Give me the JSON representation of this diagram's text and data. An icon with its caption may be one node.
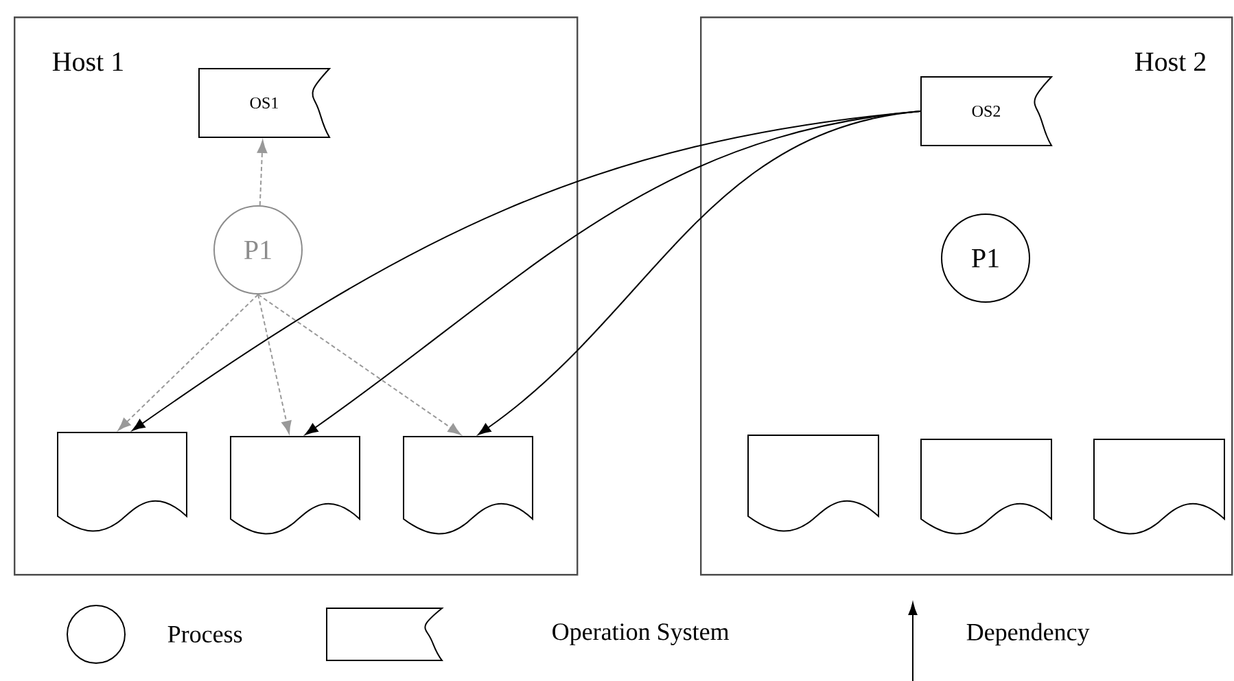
{
  "diagram": {
    "nodes": [
      {
        "text": [
          "Host 1"
        ]
      },
      {
        "text": [
          "OS1"
        ],
        "in": 0
      },
      {
        "text": [
          "P1"
        ],
        "in": 0
      },
      {
        "text": [],
        "shape": "document",
        "in": 0
      },
      {
        "text": [],
        "shape": "document",
        "in": 0
      },
      {
        "text": [],
        "shape": "document",
        "in": 0
      },
      {
        "text": [
          "Host 2"
        ]
      },
      {
        "text": [
          "OS2"
        ],
        "in": 6
      },
      {
        "text": [
          "P1"
        ],
        "in": 6
      },
      {
        "text": [],
        "shape": "document",
        "in": 6
      },
      {
        "text": [],
        "shape": "document",
        "in": 6
      },
      {
        "text": [],
        "shape": "document",
        "in": 6
      }
    ],
    "edges": [
      {
        "from": 2,
        "to": 1,
        "arrow": "to",
        "style": "dashed",
        "color": "#999999"
      },
      {
        "from": 2,
        "to": 3,
        "arrow": "to",
        "style": "dashed",
        "color": "#999999"
      },
      {
        "from": 2,
        "to": 4,
        "arrow": "to",
        "style": "dashed",
        "color": "#999999"
      },
      {
        "from": 2,
        "to": 5,
        "arrow": "to",
        "style": "dashed",
        "color": "#999999"
      },
      {
        "from": 7,
        "to": 3,
        "arrow": "to",
        "color": "#000000"
      },
      {
        "from": 7,
        "to": 4,
        "arrow": "to",
        "color": "#000000"
      },
      {
        "from": 7,
        "to": 5,
        "arrow": "to",
        "color": "#000000"
      }
    ],
    "legend": [
      {
        "text": "Process"
      },
      {
        "text": "Operation System"
      },
      {
        "text": "Dependency"
      }
    ]
  }
}
